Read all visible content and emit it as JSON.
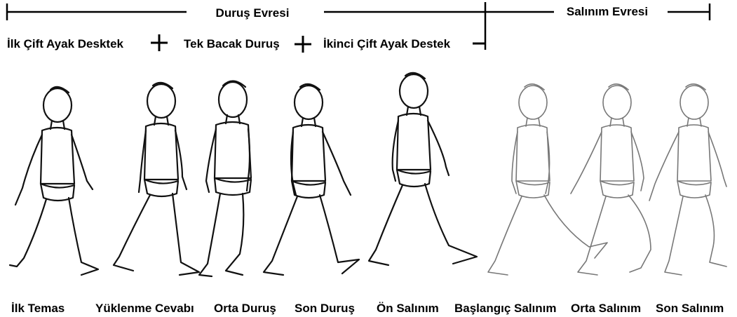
{
  "phases": {
    "stance": "Duruş Evresi",
    "swing": "Salınım Evresi"
  },
  "sub_phases": {
    "initial_double_support": "İlk Çift Ayak Desktek",
    "single_limb_support": "Tek Bacak Duruş",
    "terminal_double_support": "İkinci Çift Ayak Destek"
  },
  "gait_events": [
    "İlk Temas",
    "Yüklenme Cevabı",
    "Orta Duruş",
    "Son Duruş",
    "Ön Salınım",
    "Başlangıç Salınım",
    "Orta Salınım",
    "Son Salınım"
  ]
}
